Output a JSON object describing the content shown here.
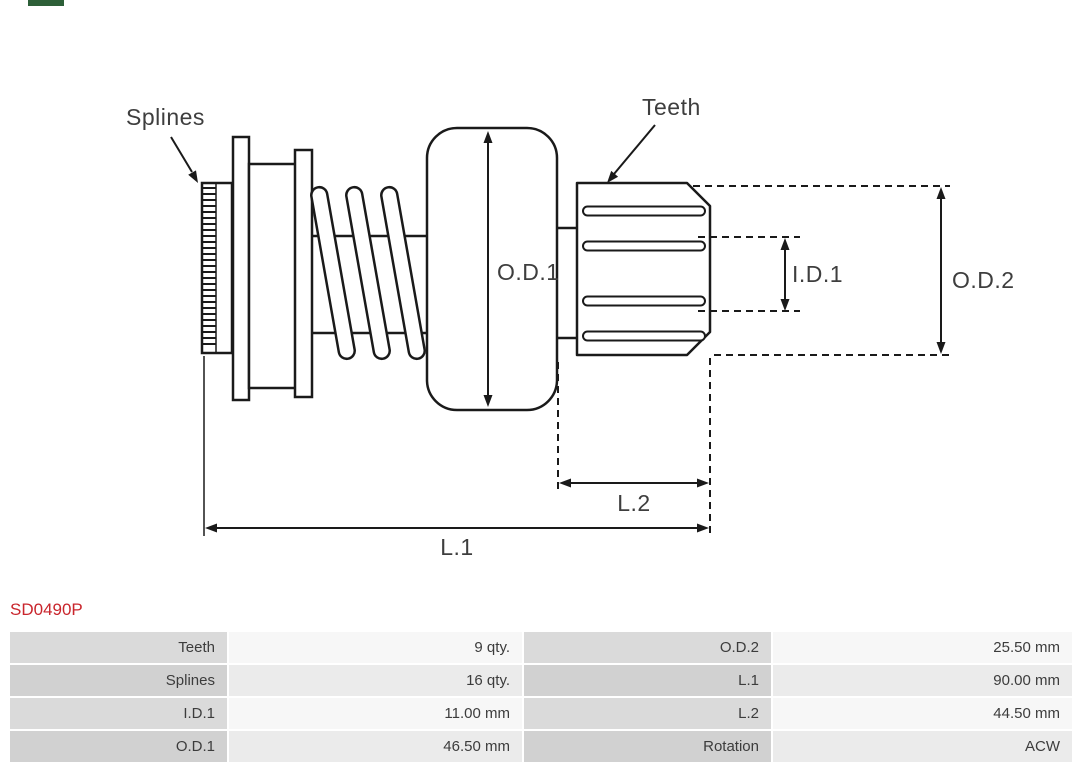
{
  "brand": {
    "logo_fragment_color": "#2d5f38"
  },
  "diagram": {
    "labels": {
      "splines": "Splines",
      "teeth": "Teeth",
      "od1": "O.D.1",
      "id1": "I.D.1",
      "od2": "O.D.2",
      "l1": "L.1",
      "l2": "L.2"
    }
  },
  "part_number": "SD0490P",
  "colors": {
    "part_number": "#c9252c",
    "line": "#1a1a1a",
    "table_label_bg": "#dadada",
    "table_label_bg_alt": "#d1d1d1",
    "table_value_bg": "#f7f7f7",
    "table_value_bg_alt": "#ebebeb"
  },
  "specs": {
    "rows": [
      {
        "left_label": "Teeth",
        "left_value": "9 qty.",
        "right_label": "O.D.2",
        "right_value": "25.50 mm"
      },
      {
        "left_label": "Splines",
        "left_value": "16 qty.",
        "right_label": "L.1",
        "right_value": "90.00 mm"
      },
      {
        "left_label": "I.D.1",
        "left_value": "11.00 mm",
        "right_label": "L.2",
        "right_value": "44.50 mm"
      },
      {
        "left_label": "O.D.1",
        "left_value": "46.50 mm",
        "right_label": "Rotation",
        "right_value": "ACW"
      }
    ]
  }
}
